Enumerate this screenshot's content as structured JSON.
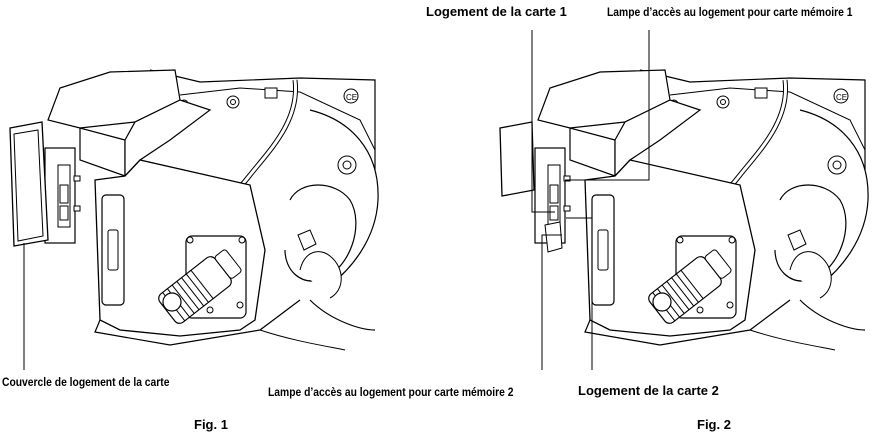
{
  "figures": {
    "fig1": {
      "caption": "Fig. 1",
      "callouts": {
        "cover": "Couvercle de logement de la carte"
      }
    },
    "fig2": {
      "caption": "Fig. 2",
      "callouts": {
        "slot1": "Logement de la carte 1",
        "lamp1": "Lampe d’accès au logement pour carte mémoire 1",
        "lamp2": "Lampe d’accès au logement pour carte mémoire 2",
        "slot2": "Logement de la carte 2"
      }
    }
  }
}
